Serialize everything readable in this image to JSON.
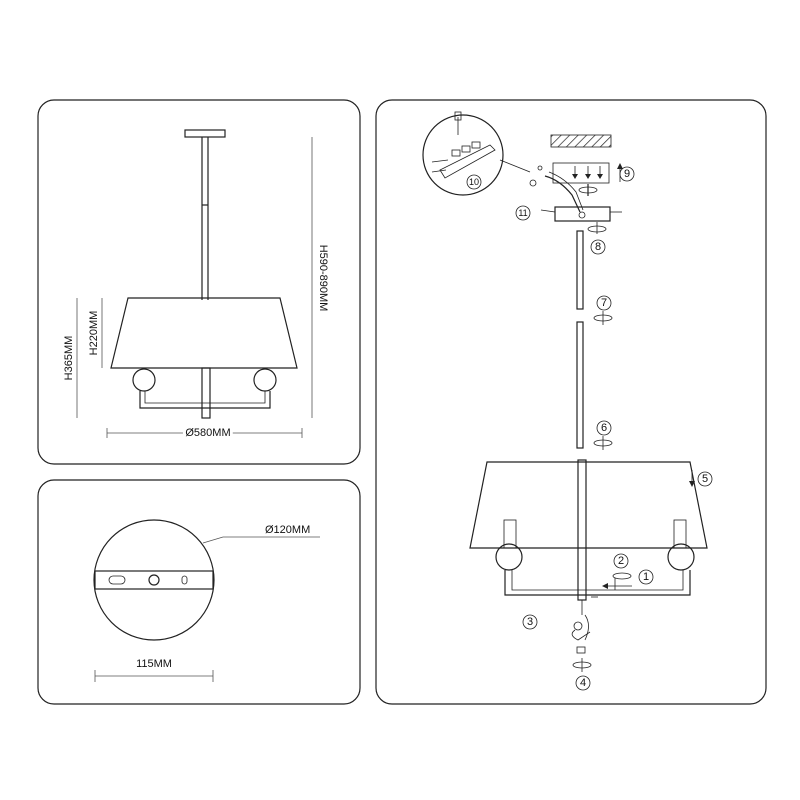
{
  "dimensions": {
    "total_height": "H590-890MM",
    "body_height": "H365MM",
    "shade_height": "H220MM",
    "diameter": "Ø580MM",
    "canopy_diameter": "Ø120MM",
    "bracket_width": "115MM"
  },
  "steps": [
    "1",
    "2",
    "3",
    "4",
    "5",
    "6",
    "7",
    "8",
    "9",
    "10",
    "11"
  ]
}
